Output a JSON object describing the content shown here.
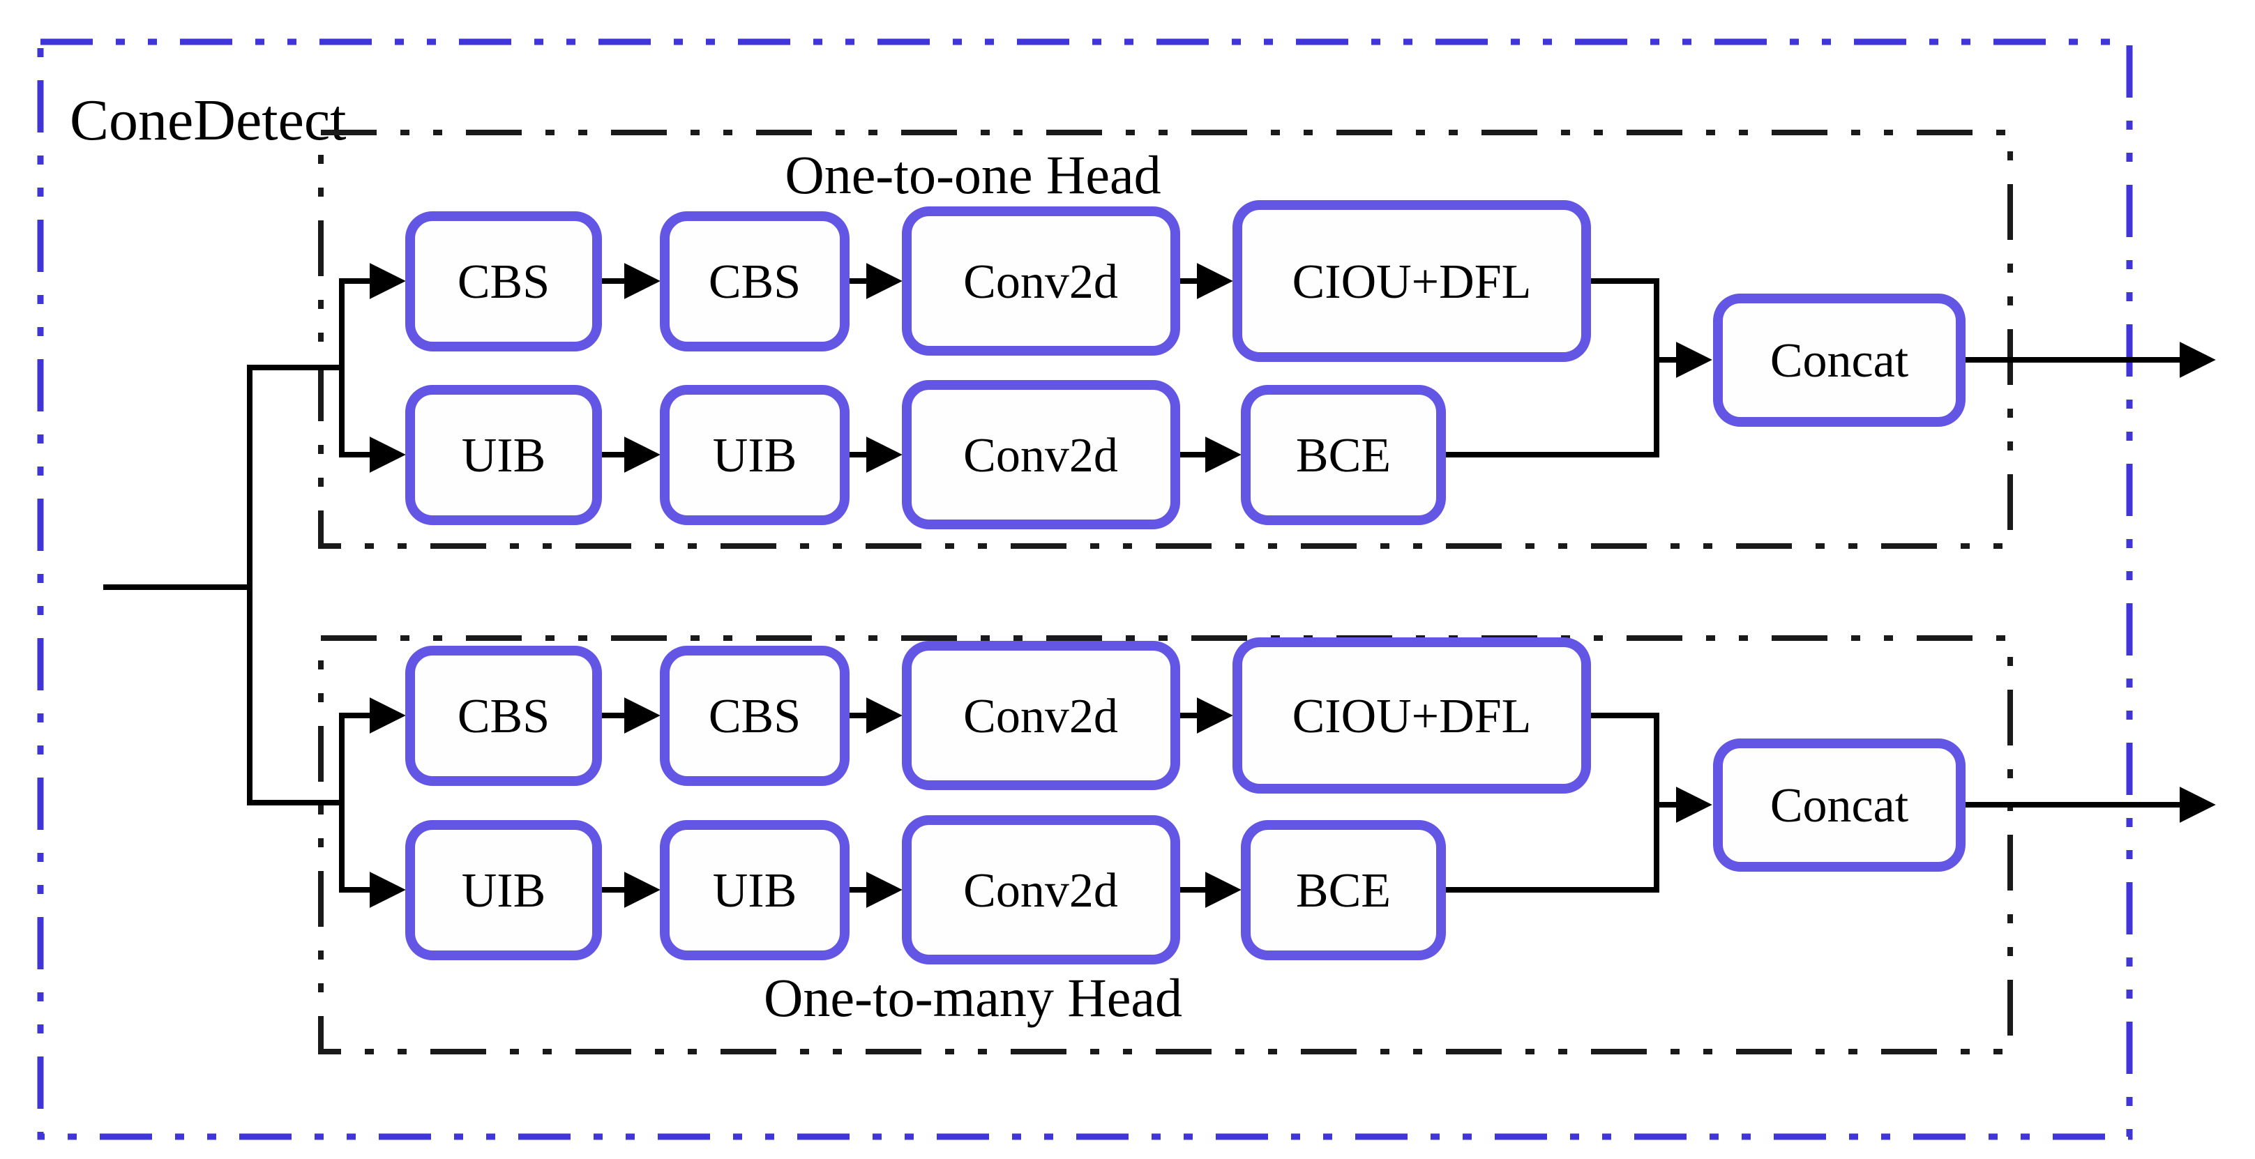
{
  "colors": {
    "outer_border": "#3f35d9",
    "inner_border": "#1a1a1a",
    "block_border": "#6456e5",
    "connector": "#000000",
    "text": "#000000",
    "background": "#ffffff"
  },
  "diagram": {
    "label": "ConeDetect",
    "heads": [
      {
        "title": "One-to-one Head",
        "branch1": [
          "CBS",
          "CBS",
          "Conv2d",
          "CIOU+DFL"
        ],
        "branch2": [
          "UIB",
          "UIB",
          "Conv2d",
          "BCE"
        ],
        "merge": "Concat"
      },
      {
        "title": "One-to-many Head",
        "branch1": [
          "CBS",
          "CBS",
          "Conv2d",
          "CIOU+DFL"
        ],
        "branch2": [
          "UIB",
          "UIB",
          "Conv2d",
          "BCE"
        ],
        "merge": "Concat"
      }
    ]
  }
}
